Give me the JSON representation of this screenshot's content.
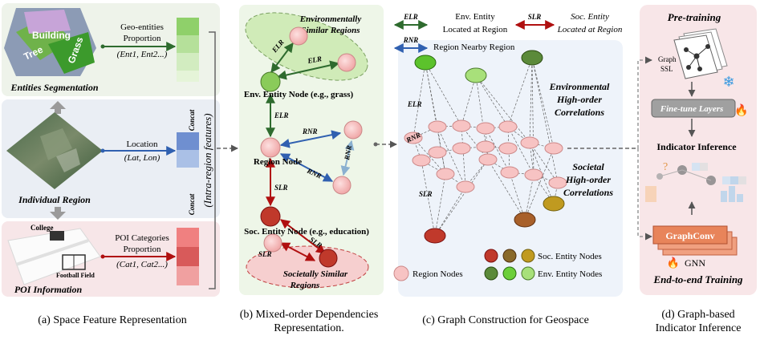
{
  "panel_a": {
    "geo_title": "Geo-entities",
    "geo_proportion": "Proportion",
    "geo_list": "(Ent1, Ent2...)",
    "building": "Building",
    "tree": "Tree",
    "grass": "Grass",
    "entities_seg": "Entities Segmentation",
    "location": "Location",
    "lat_lon": "(Lat, Lon)",
    "individual_region": "Individual Region",
    "college": "College",
    "football_field": "Football Field",
    "poi_cat": "POI Categories",
    "poi_prop": "Proportion",
    "poi_list": "(Cat1, Cat2...)",
    "poi_info": "POI Information",
    "concat": "Concat",
    "intra": "(Intra-region features)",
    "caption": "(a) Space Feature Representation"
  },
  "panel_b": {
    "env_similar_1": "Environmentally",
    "env_similar_2": "Similar Regions",
    "elr": "ELR",
    "rnr": "RNR",
    "slr": "SLR",
    "env_node": "Env. Entity Node (e.g., grass)",
    "region_node": "Region Node",
    "soc_node": "Soc. Entity Node (e.g., education)",
    "soc_similar_1": "Societally Similar",
    "soc_similar_2": "Regions",
    "caption_1": "(b) Mixed-order Dependencies",
    "caption_2": "Representation."
  },
  "panel_c": {
    "legend_elr": "ELR",
    "legend_elr_text_1": "Env. Entity",
    "legend_elr_text_2": "Located at Region",
    "legend_slr": "SLR",
    "legend_slr_text_1": "Soc. Entity",
    "legend_slr_text_2": "Located at Region",
    "legend_rnr": "RNR",
    "legend_rnr_text": "Region Nearby Region",
    "env_high_1": "Environmental",
    "env_high_2": "High-order",
    "env_high_3": "Correlations",
    "soc_high_1": "Societal",
    "soc_high_2": "High-order",
    "soc_high_3": "Correlations",
    "elr": "ELR",
    "rnr": "RNR",
    "slr": "SLR",
    "region_nodes": "Region Nodes",
    "soc_entity_nodes": "Soc. Entity Nodes",
    "env_entity_nodes": "Env. Entity Nodes",
    "caption": "(c) Graph Construction for Geospace"
  },
  "panel_d": {
    "pretraining": "Pre-training",
    "graph_ssl_1": "Graph",
    "graph_ssl_2": "SSL",
    "finetune": "Fine-tune Layers",
    "indicator": "Indicator Inference",
    "graphconv": "GraphConv",
    "gnn": "GNN",
    "e2e": "End-to-end Training",
    "caption_1": "(d) Graph-based",
    "caption_2": "Indicator Inference"
  },
  "colors": {
    "region_node": "#f7c3c3",
    "env_dark": "#5b8a3a",
    "env_mid": "#6ccf3a",
    "env_light": "#a8e07a",
    "soc_red": "#c0392b",
    "soc_brown": "#8a6a2a",
    "soc_gold": "#c09a20",
    "elr_arrow": "#2e6b2e",
    "slr_arrow": "#b01010",
    "rnr_arrow": "#3060b0"
  }
}
